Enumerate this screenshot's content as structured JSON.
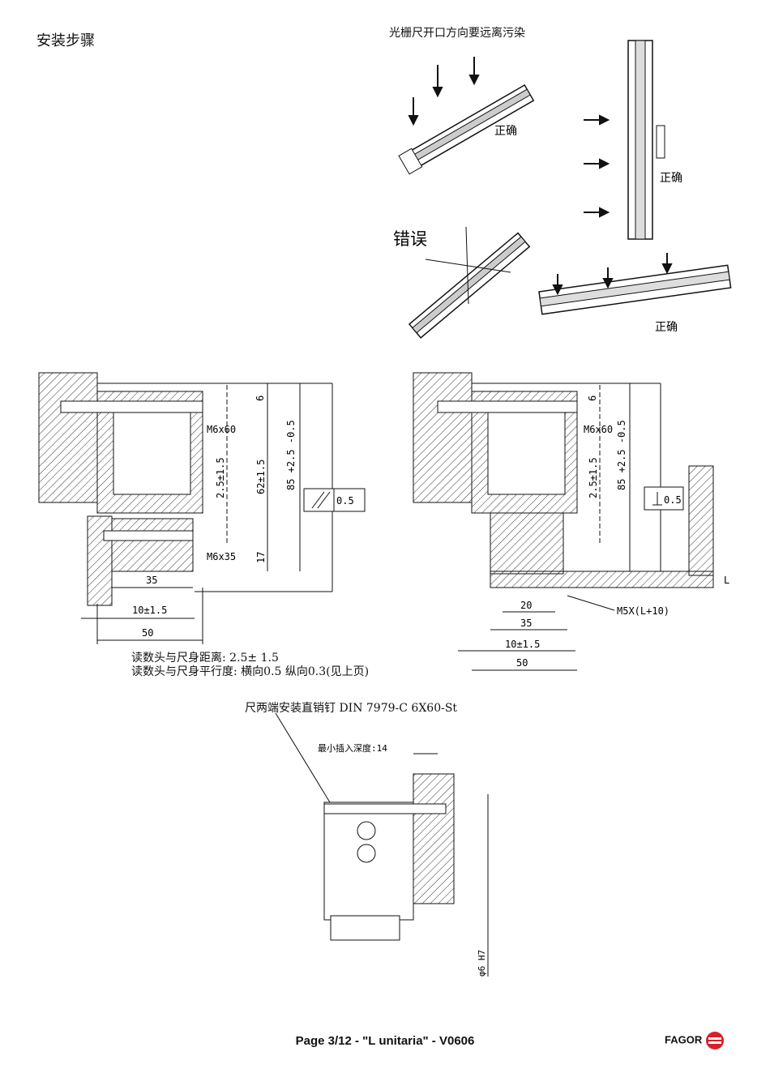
{
  "page": {
    "title": "安装步骤",
    "top_note": "光栅尺开口方向要远离污染",
    "orientations": {
      "correct_1": "正确",
      "correct_2": "正确",
      "correct_3": "正确",
      "wrong": "错误"
    },
    "left_drawing": {
      "screw_top": "M6x60",
      "screw_bottom": "M6x35",
      "dim_6": "6",
      "dim_62": "62±1.5",
      "dim_85": "85  +2.5 -0.5",
      "dim_2_5": "2.5±1.5",
      "dim_17": "17",
      "dim_35": "35",
      "dim_10": "10±1.5",
      "dim_50": "50",
      "parallel_tol": "0.5"
    },
    "right_drawing": {
      "screw_top": "M6x60",
      "screw_bottom": "M5X(L+10)",
      "dim_6": "6",
      "dim_2_5": "2.5±1.5",
      "dim_85": "85  +2.5 -0.5",
      "dim_20": "20",
      "dim_35": "35",
      "dim_10": "10±1.5",
      "dim_50": "50",
      "perp_tol": "0.5",
      "dim_L": "L"
    },
    "notes": {
      "line1": "读数头与尺身距离: 2.5± 1.5",
      "line2": "读数头与尺身平行度: 横向0.5  纵向0.3(见上页)"
    },
    "pin": {
      "note": "尺两端安装直销钉 DIN 7979-C 6X60-St",
      "depth": "最小插入深度:14",
      "dia": "φ6 H7"
    },
    "footer": "Page 3/12 - \"L unitaria\" - V0606",
    "logo": "FAGOR"
  }
}
